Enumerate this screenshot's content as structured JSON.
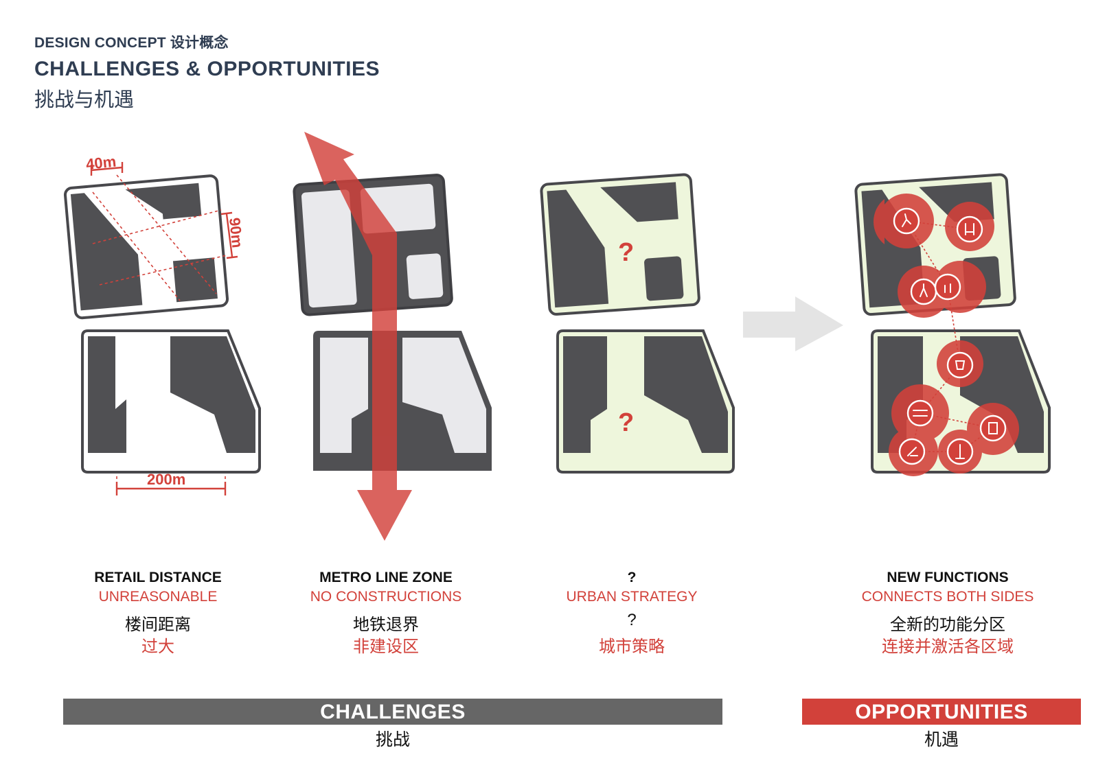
{
  "header": {
    "kicker": "DESIGN CONCEPT 设计概念",
    "title": "CHALLENGES & OPPORTUNITIES",
    "title_zh": "挑战与机遇"
  },
  "dimensions": {
    "width_label": "40m",
    "depth_label": "90m",
    "length_label": "200m"
  },
  "question_mark": "?",
  "captions": [
    {
      "title": "RETAIL DISTANCE",
      "subtitle": "UNREASONABLE",
      "zh": "楼间距离",
      "zh_red": "过大"
    },
    {
      "title": "METRO LINE ZONE",
      "subtitle": "NO CONSTRUCTIONS",
      "zh": "地铁退界",
      "zh_red": "非建设区"
    },
    {
      "title": "?",
      "subtitle": "URBAN STRATEGY",
      "zh": "?",
      "zh_red": "城市策略"
    },
    {
      "title": "NEW FUNCTIONS",
      "subtitle": "CONNECTS BOTH SIDES",
      "zh": "全新的功能分区",
      "zh_red": "连接并激活各区域"
    }
  ],
  "bars": {
    "challenges": "CHALLENGES",
    "challenges_zh": "挑战",
    "opportunities": "OPPORTUNITIES",
    "opportunities_zh": "机遇"
  },
  "function_icons": [
    "running-icon",
    "swing-icon",
    "ball-player-icon",
    "trees-icon",
    "theater-masks-icon",
    "shops-icon",
    "door-icon",
    "sculpture-icon",
    "tower-icon"
  ],
  "colors": {
    "accent_red": "#d2413a",
    "dark_block": "#505053",
    "light_block": "#e9e9ec",
    "pale_green": "#eef6dc",
    "challenges_bar": "#666666",
    "opportunities_bar": "#d2413a",
    "navy_text": "#2f3d52"
  }
}
